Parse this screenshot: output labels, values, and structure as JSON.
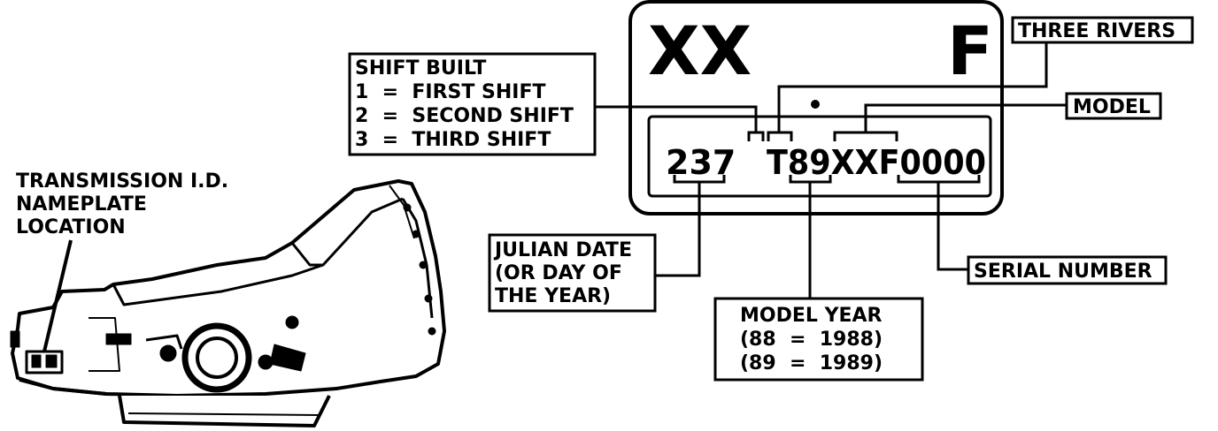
{
  "nameplate": {
    "top_left": "XX",
    "top_right": "F",
    "julian_code": "237",
    "main_code": "T89XXF0000"
  },
  "callouts": {
    "transmission_location": [
      "TRANSMISSION I.D.",
      "NAMEPLATE",
      "LOCATION"
    ],
    "shift_built": [
      "SHIFT BUILT",
      "1  =  FIRST SHIFT",
      "2  =  SECOND SHIFT",
      "3  =  THIRD SHIFT"
    ],
    "three_rivers": "THREE RIVERS",
    "model": "MODEL",
    "julian_date": [
      "JULIAN DATE",
      "(OR DAY OF",
      "THE YEAR)"
    ],
    "serial_number": "SERIAL NUMBER",
    "model_year": [
      "MODEL YEAR",
      "(88  =  1988)",
      "(89  =  1989)"
    ]
  },
  "colors": {
    "ink": "#000000",
    "paper": "#ffffff"
  }
}
